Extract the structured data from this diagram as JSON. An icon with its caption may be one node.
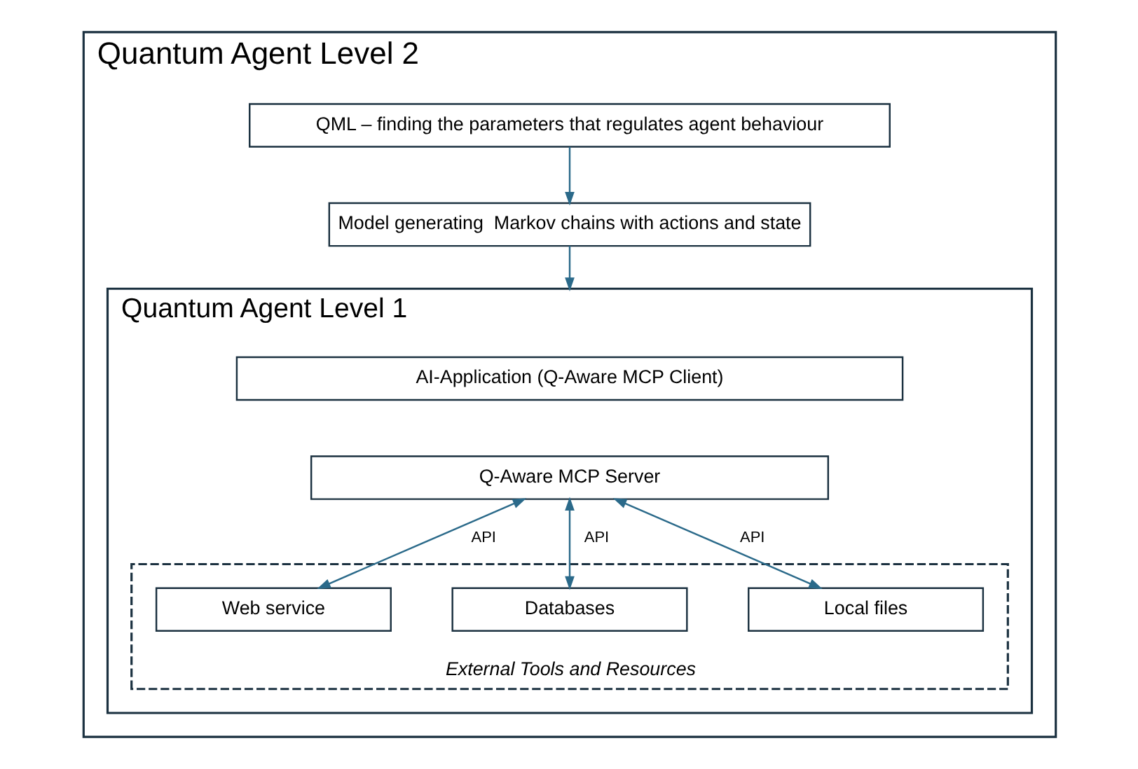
{
  "diagram": {
    "nodes": [
      {
        "text": [
          "Quantum Agent Level 2"
        ]
      },
      {
        "text": [
          "QML – finding the parameters that regulates agent behaviour"
        ],
        "in": 0
      },
      {
        "text": [
          "Model generating  Markov chains with actions and state"
        ],
        "in": 0
      },
      {
        "text": [
          "Quantum Agent Level 1"
        ],
        "in": 0
      },
      {
        "text": [
          "AI-Application (Q-Aware MCP Client)"
        ],
        "in": 3
      },
      {
        "text": [
          "Q-Aware MCP Server"
        ],
        "in": 3
      },
      {
        "text": [
          "External Tools and Resources"
        ],
        "in": 3
      },
      {
        "text": [
          "Web service"
        ],
        "in": 6
      },
      {
        "text": [
          "Databases"
        ],
        "in": 6
      },
      {
        "text": [
          "Local files"
        ],
        "in": 6
      }
    ],
    "edges": [
      {
        "from": 1,
        "to": 2,
        "arrow": "to"
      },
      {
        "from": 2,
        "to": 3,
        "arrow": "to"
      },
      {
        "from": 5,
        "to": 7,
        "arrow": "both",
        "label": "API"
      },
      {
        "from": 5,
        "to": 8,
        "arrow": "both",
        "label": "API"
      },
      {
        "from": 5,
        "to": 9,
        "arrow": "both",
        "label": "API"
      }
    ]
  }
}
